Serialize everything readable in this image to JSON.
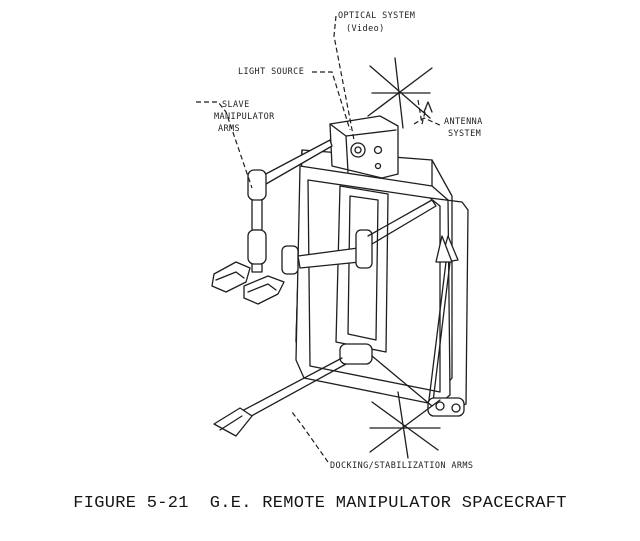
{
  "labels": {
    "optical_system_line1": "OPTICAL SYSTEM",
    "optical_system_line2": "(Video)",
    "light_source": "LIGHT SOURCE",
    "slave_line1": "SLAVE",
    "slave_line2": "MANIPULATOR",
    "slave_line3": "ARMS",
    "antenna_line1": "ANTENNA",
    "antenna_line2": "SYSTEM",
    "docking": "DOCKING/STABILIZATION ARMS"
  },
  "caption": {
    "number": "FIGURE 5-21",
    "title": "G.E. REMOTE MANIPULATOR SPACECRAFT"
  }
}
